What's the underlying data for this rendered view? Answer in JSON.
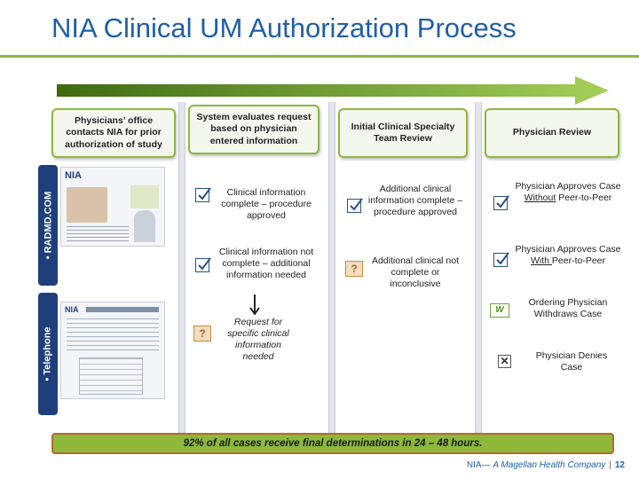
{
  "title": "NIA Clinical UM Authorization Process",
  "headers": {
    "col1": "Physicians’ office contacts NIA for prior authorization of study",
    "col2": "System evaluates request based on physician entered information",
    "col3": "Initial Clinical Specialty Team Review",
    "col4": "Physician Review"
  },
  "side_tabs": {
    "web": "• RADMD.COM",
    "phone": "• Telephone"
  },
  "screenshots": {
    "web_logo": "NIA",
    "phone_logo": "NIA"
  },
  "col2": {
    "complete": "Clinical information complete – procedure approved",
    "not_complete": "Clinical information not complete – additional information needed",
    "request": "Request  for specific clinical information needed"
  },
  "col3": {
    "complete": "Additional clinical information complete –procedure approved",
    "not_complete": "Additional clinical not complete or inconclusive"
  },
  "col4": {
    "approve_without_a": "Physician Approves Case ",
    "approve_without_b": "Without",
    "approve_without_c": " Peer-to-Peer",
    "approve_with_a": "Physician Approves Case ",
    "approve_with_b": "With ",
    "approve_with_c": "Peer-to-Peer",
    "withdraws": "Ordering Physician Withdraws Case",
    "denies": "Physician Denies Case"
  },
  "icons": {
    "question": "?",
    "withdraw": "W",
    "deny": "✕"
  },
  "banner": "92% of all cases receive final determinations in 24 – 48 hours.",
  "footer": {
    "org": "NIA— ",
    "company": "A Magellan Health Company",
    "sep": "|",
    "page": "12"
  },
  "colors": {
    "title": "#1f5fa8",
    "accent_green": "#8db83a",
    "side_tab": "#1f3f7a",
    "banner_border": "#b46a2a"
  }
}
